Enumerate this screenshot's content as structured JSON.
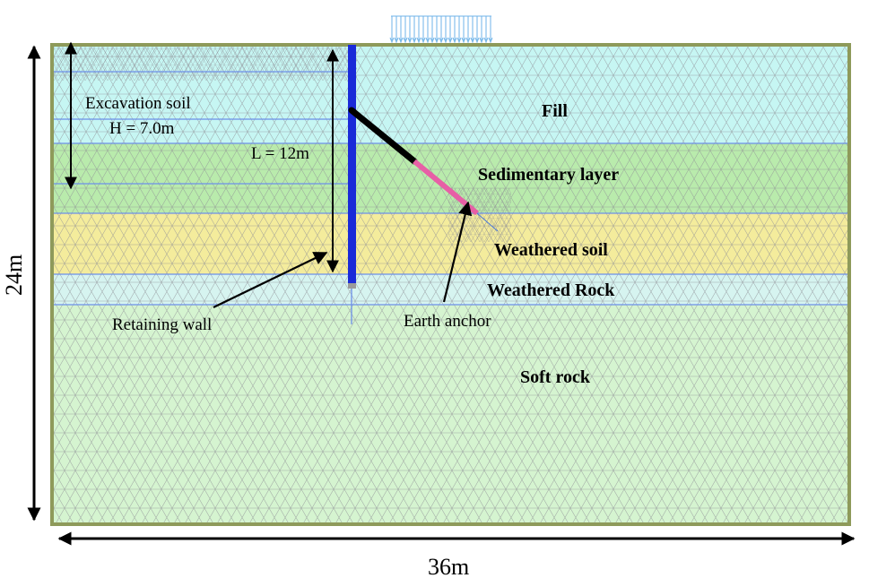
{
  "layers": [
    {
      "name": "Fill",
      "color": "#c6f6f3"
    },
    {
      "name": "Sedimentary layer",
      "color": "#b9ebac"
    },
    {
      "name": "Weathered soil",
      "color": "#f4ec9c"
    },
    {
      "name": "Weathered Rock",
      "color": "#d6f4f0"
    },
    {
      "name": "Soft rock",
      "color": "#d5f4d0"
    }
  ],
  "labels": {
    "excavation": "Excavation soil",
    "h_depth": "H = 7.0m",
    "wall_length": "L = 12m",
    "retaining_wall": "Retaining wall",
    "earth_anchor": "Earth anchor"
  },
  "dimensions": {
    "height": "24m",
    "width": "36m"
  },
  "colors": {
    "mesh": "#8f8f95",
    "layer_line": "#6d8fe8",
    "boundary": "#8e9a5a",
    "wall": "#1a2ad8",
    "anchor_free": "#000000",
    "anchor_bond": "#e75fa6",
    "load": "#6fb3e8"
  }
}
